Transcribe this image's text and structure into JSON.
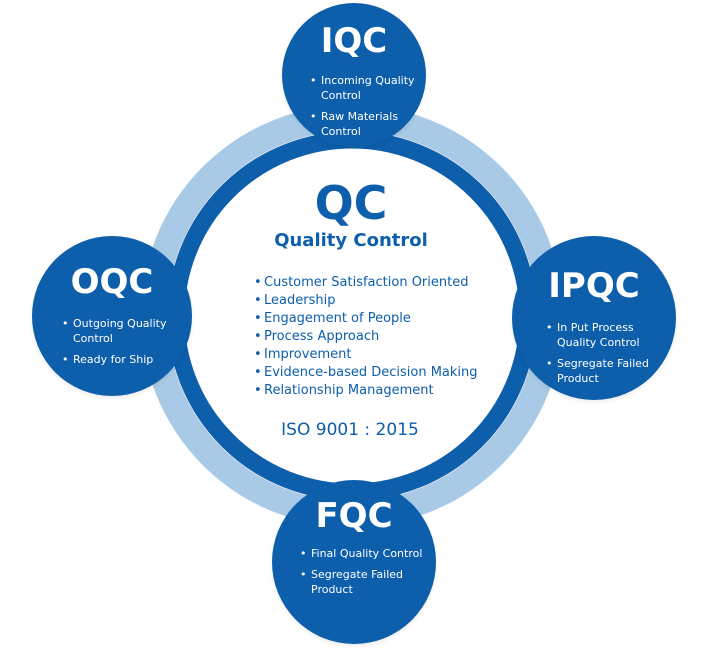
{
  "colors": {
    "primary_blue": "#0d5eab",
    "light_ring": "#a9cae6",
    "white": "#ffffff"
  },
  "center": {
    "abbr": "QC",
    "title": "Quality Control",
    "principles": [
      "Customer Satisfaction Oriented",
      "Leadership",
      "Engagement of People",
      "Process Approach",
      "Improvement",
      "Evidence-based Decision Making",
      "Relationship Management"
    ],
    "standard": "ISO 9001 : 2015"
  },
  "nodes": {
    "iqc": {
      "title": "IQC",
      "items": [
        "Incoming Quality Control",
        "Raw Materials Control"
      ]
    },
    "ipqc": {
      "title": "IPQC",
      "items": [
        "In Put Process Quality Control",
        "Segregate Failed Product"
      ]
    },
    "fqc": {
      "title": "FQC",
      "items": [
        "Final Quality Control",
        "Segregate Failed Product"
      ]
    },
    "oqc": {
      "title": "OQC",
      "items": [
        "Outgoing Quality Control",
        "Ready for Ship"
      ]
    }
  }
}
